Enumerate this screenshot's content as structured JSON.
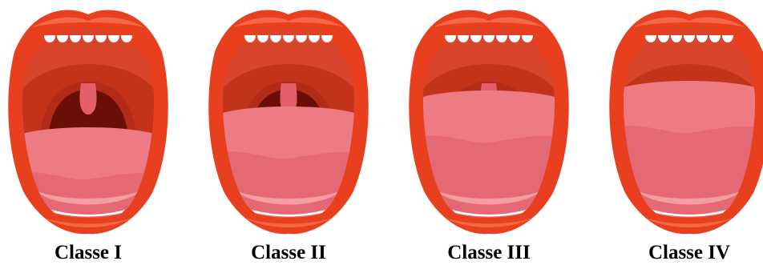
{
  "figure": {
    "colors": {
      "lip_outer": "#e8401f",
      "lip_highlight": "#f76f4d",
      "mouth_inner": "#c2331a",
      "palate": "#d8452c",
      "pillar": "#b22a18",
      "throat": "#6b0f06",
      "tongue": "#ee7a84",
      "tongue_shade": "#d85561",
      "tongue_light": "#f7a2a9",
      "uvula": "#e3606a",
      "teeth": "#ffffff",
      "caption": "#000000"
    },
    "panels": [
      {
        "id": "classe-1",
        "label": "Classe I",
        "visible_oropharynx": "full",
        "uvula": "full"
      },
      {
        "id": "classe-2",
        "label": "Classe II",
        "visible_oropharynx": "partial",
        "uvula": "partial"
      },
      {
        "id": "classe-3",
        "label": "Classe III",
        "visible_oropharynx": "base-only",
        "uvula": "base"
      },
      {
        "id": "classe-4",
        "label": "Classe IV",
        "visible_oropharynx": "none",
        "uvula": "none"
      }
    ]
  }
}
